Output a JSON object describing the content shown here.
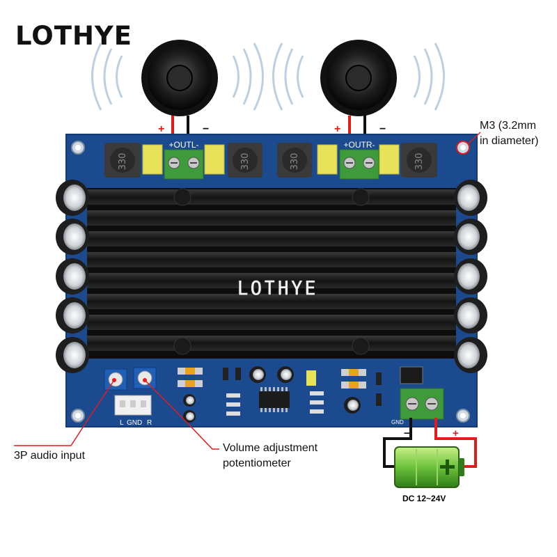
{
  "brand": {
    "logo_text": "LOTHYE",
    "heatsink_logo_text": "LOTHYE"
  },
  "annotations": {
    "mount_hole_line1": "M3 (3.2mm",
    "mount_hole_line2": "in diameter)",
    "audio_input": "3P audio input",
    "volume_line1": "Volume adjustment",
    "volume_line2": "potentiometer",
    "dc_input": "DC 12~24V"
  },
  "terminals": {
    "left_output": "+OUTL-",
    "right_output": "+OUTR-",
    "speaker_plus": "+",
    "speaker_minus": "−",
    "power_plus": "+",
    "power_minus": "−",
    "power_gnd": "GND"
  },
  "audio_header": {
    "label_l": "L",
    "label_gnd": "GND",
    "label_r": "R"
  },
  "inductors": [
    "330",
    "330",
    "330",
    "330"
  ],
  "colors": {
    "pcb": "#1b4a8f",
    "heatsink": "#1a1a1a",
    "terminal": "#3f9a3c",
    "capacitor_yellow": "#e7e25a",
    "wire_red": "#e21b1b",
    "wire_black": "#111111",
    "battery_green": "#7ac943"
  },
  "icons": [
    "speaker-icon",
    "sound-wave-icon",
    "battery-icon",
    "mount-hole-icon"
  ]
}
